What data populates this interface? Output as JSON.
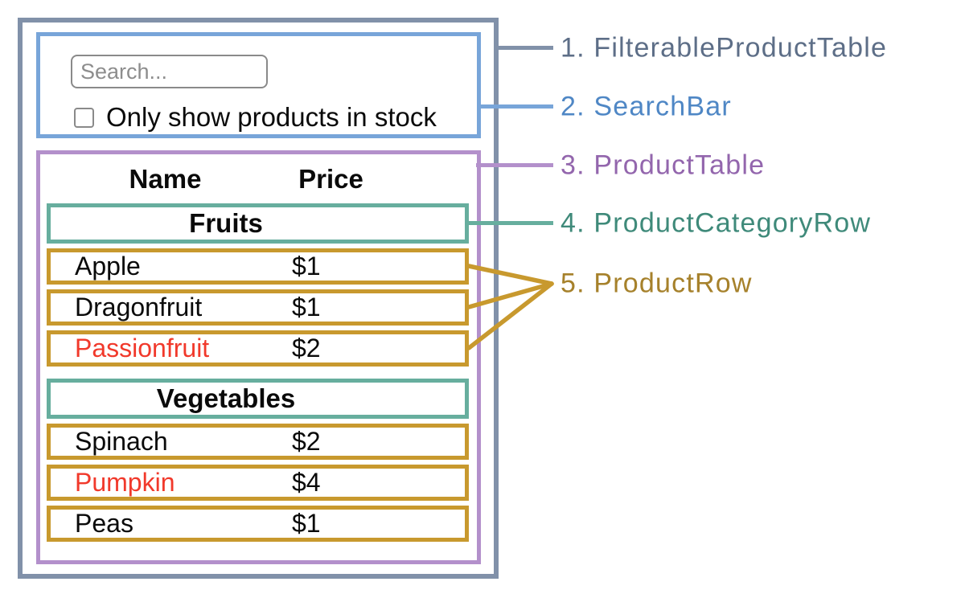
{
  "search_bar": {
    "placeholder": "Search...",
    "checkbox_label": "Only show products in stock",
    "checkbox_checked": false
  },
  "product_table": {
    "headers": [
      "Name",
      "Price"
    ],
    "sections": [
      {
        "category": "Fruits",
        "products": [
          {
            "name": "Apple",
            "price": "$1"
          },
          {
            "name": "Dragonfruit",
            "price": "$1"
          },
          {
            "name": "Passionfruit",
            "price": "$2",
            "color": "#f1392b"
          }
        ]
      },
      {
        "category": "Vegetables",
        "products": [
          {
            "name": "Spinach",
            "price": "$2"
          },
          {
            "name": "Pumpkin",
            "price": "$4",
            "color": "#f1392b"
          },
          {
            "name": "Peas",
            "price": "$1"
          }
        ]
      }
    ]
  },
  "labels": [
    {
      "text": "1. FilterableProductTable",
      "color": "#5d6e87",
      "line_color": "#8191a9"
    },
    {
      "text": "2. SearchBar",
      "color": "#4f87c5",
      "line_color": "#78a5d9"
    },
    {
      "text": "3. ProductTable",
      "color": "#9366ad",
      "line_color": "#b390cb"
    },
    {
      "text": "4. ProductCategoryRow",
      "color": "#3f8a7a",
      "line_color": "#67ae9e"
    },
    {
      "text": "5. ProductRow",
      "color": "#a6812b",
      "line_color": "#c8992e"
    }
  ],
  "colors": {
    "outer_border": "#8191a9",
    "searchbar_border": "#78a5d9",
    "product_table_border": "#b390cb",
    "category_border": "#67ae9e",
    "product_border": "#c8992e",
    "out_of_stock_text": "#f1392b",
    "table_text": "#0a0a0a",
    "input_border": "#8a8a8a",
    "placeholder_text": "#8d8d8d",
    "background": "#ffffff"
  }
}
